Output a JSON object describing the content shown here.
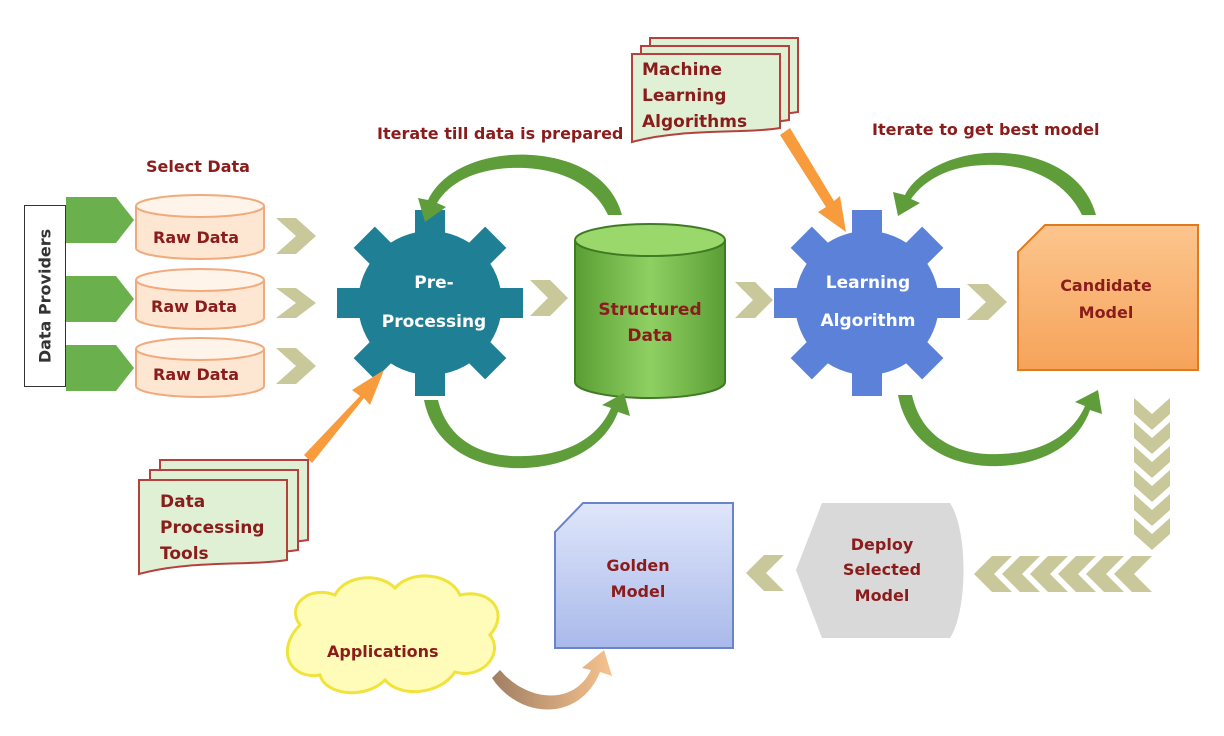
{
  "side_label": "Data Providers",
  "labels": {
    "select_data": "Select Data",
    "raw_data_1": "Raw Data",
    "raw_data_2": "Raw Data",
    "raw_data_3": "Raw Data",
    "iterate_prep": "Iterate till data is prepared",
    "iterate_model": "Iterate to get best model",
    "preprocessing_1": "Pre-",
    "preprocessing_2": "Processing",
    "structured_1": "Structured",
    "structured_2": "Data",
    "ml_1": "Machine",
    "ml_2": "Learning",
    "ml_3": "Algorithms",
    "learning_1": "Learning",
    "learning_2": "Algorithm",
    "candidate_1": "Candidate",
    "candidate_2": "Model",
    "dpt_1": "Data",
    "dpt_2": "Processing",
    "dpt_3": "Tools",
    "deploy_1": "Deploy",
    "deploy_2": "Selected",
    "deploy_3": "Model",
    "golden_1": "Golden",
    "golden_2": "Model",
    "applications": "Applications"
  },
  "colors": {
    "text": "#8b1c1c",
    "gear_teal": "#1f7f95",
    "gear_blue": "#5b82d8",
    "green": "#6ab04c",
    "orange": "#f79b3c",
    "chevron": "#c8c89a"
  }
}
